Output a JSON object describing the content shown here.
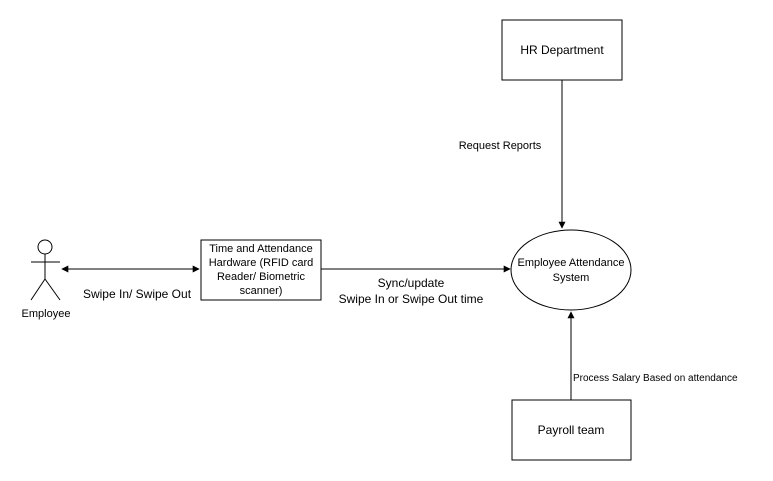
{
  "diagram": {
    "actor": {
      "label": "Employee"
    },
    "hardware": {
      "lines": [
        "Time and Attendance",
        "Hardware (RFID card",
        "Reader/ Biometric",
        "scanner)"
      ]
    },
    "hr": {
      "label": "HR Department"
    },
    "system": {
      "lines": [
        "Employee Attendance",
        "System"
      ]
    },
    "payroll": {
      "label": "Payroll team"
    },
    "edges": {
      "swipe": {
        "label": "Swipe In/ Swipe Out"
      },
      "sync": {
        "lines": [
          "Sync/update",
          "Swipe In or Swipe Out time"
        ]
      },
      "request": {
        "label": "Request Reports"
      },
      "process": {
        "label": "Process Salary Based on attendance"
      }
    },
    "colors": {
      "stroke": "#000000",
      "fill": "#ffffff",
      "background": "#ffffff"
    }
  }
}
